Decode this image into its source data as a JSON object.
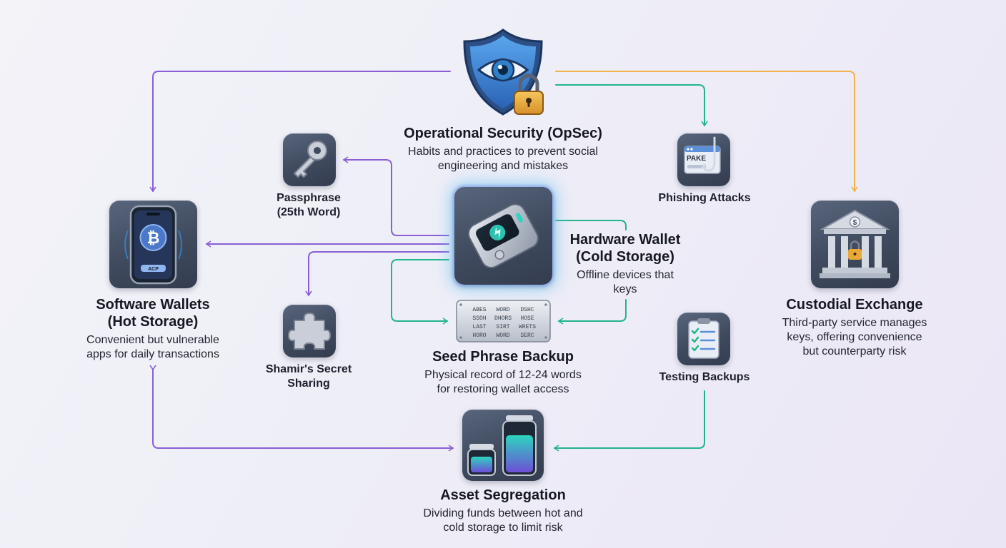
{
  "nodes": {
    "opsec": {
      "title": "Operational Security (OpSec)",
      "desc_1": "Habits and practices to prevent social",
      "desc_2": "engineering and mistakes"
    },
    "passphrase": {
      "title_1": "Passphrase",
      "title_2": "(25th Word)"
    },
    "phishing": {
      "title": "Phishing Attacks",
      "screen_text": "PAKE"
    },
    "hardware": {
      "title_1": "Hardware Wallet",
      "title_2": "(Cold Storage)",
      "desc_1": "Offline devices that",
      "desc_2": "keys"
    },
    "software": {
      "title_1": "Software Wallets",
      "title_2": "(Hot Storage)",
      "desc_1": "Convenient but vulnerable",
      "desc_2": "apps for daily transactions",
      "button_text": "ACP"
    },
    "custodial": {
      "title": "Custodial Exchange",
      "desc_1": "Third-party service manages",
      "desc_2": "keys, offering convenience",
      "desc_3": "but counterparty risk"
    },
    "shamir": {
      "title_1": "Shamir's Secret",
      "title_2": "Sharing"
    },
    "seed": {
      "title": "Seed Phrase Backup",
      "desc_1": "Physical record of 12-24 words",
      "desc_2": "for restoring wallet access",
      "plate_words": [
        [
          "ABES",
          "WORD",
          "DSHC"
        ],
        [
          "SSOH",
          "DHORS",
          "HOSE"
        ],
        [
          "LAST",
          "SIRT",
          "WRETS"
        ],
        [
          "HORO",
          "WORD",
          "SERC"
        ]
      ]
    },
    "testing": {
      "title": "Testing Backups"
    },
    "segregation": {
      "title": "Asset Segregation",
      "desc_1": "Dividing funds between hot and",
      "desc_2": "cold storage to limit risk"
    }
  },
  "colors": {
    "purple": "#8a5fd6",
    "teal": "#23b48c",
    "orange": "#f0b44a",
    "tile": "#445066",
    "shield": "#3d7fd0",
    "lock": "#e8a93a"
  },
  "icons": {
    "opsec": "shield-eye-lock-icon",
    "passphrase": "key-icon",
    "phishing": "fishing-hook-screen-icon",
    "hardware": "hardware-wallet-device-icon",
    "software": "smartphone-bitcoin-icon",
    "custodial": "bank-lock-icon",
    "shamir": "puzzle-piece-icon",
    "seed": "metal-plate-icon",
    "testing": "checklist-clipboard-icon",
    "segregation": "jars-icon"
  }
}
